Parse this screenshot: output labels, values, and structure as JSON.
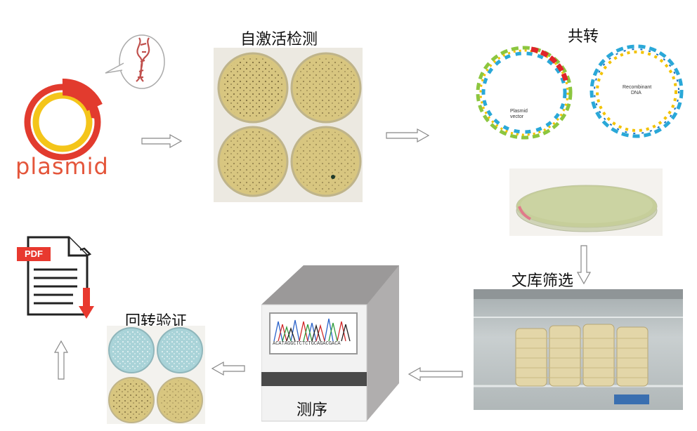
{
  "steps": {
    "plasmid": "plasmid",
    "self_activation": "自激活检测",
    "cotransformation": "共转",
    "library_screen": "文库筛选",
    "sequencing": "测序",
    "reverse_validation": "回转验证"
  },
  "plasmid_graphic": {
    "vector_label": "Plasmid\nvector",
    "recombinant_label": "Recombinant\nDNA"
  },
  "sequencer": {
    "sequence": "ACATAGGCTCTCTGCAGACGACA"
  },
  "pdf_icon": {
    "badge": "PDF"
  },
  "colors": {
    "plasmid_red": "#e23b2e",
    "plasmid_yellow": "#f4c51a",
    "plate_tan": "#d8c680",
    "plate_blue": "#a9d3d8"
  }
}
